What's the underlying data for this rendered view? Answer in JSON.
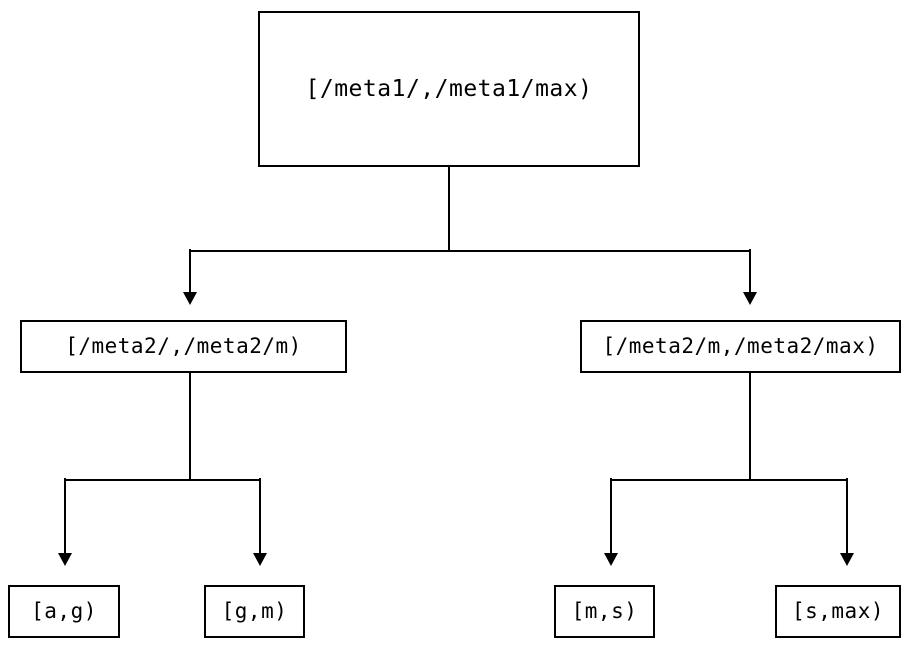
{
  "diagram": {
    "type": "tree",
    "orientation": "top-down",
    "background_color": "#ffffff",
    "stroke_color": "#000000",
    "text_color": "#000000",
    "edge_style": "orthogonal-elbow",
    "arrowhead_style": "solid-triangle",
    "levels": 3,
    "nodes": {
      "root": {
        "label": "[/meta1/,/meta1/max)"
      },
      "mid": [
        {
          "label": "[/meta2/,/meta2/m)"
        },
        {
          "label": "[/meta2/m,/meta2/max)"
        }
      ],
      "leaves": [
        {
          "label": "[a,g)"
        },
        {
          "label": "[g,m)"
        },
        {
          "label": "[m,s)"
        },
        {
          "label": "[s,max)"
        }
      ]
    },
    "edges": [
      {
        "from": "root",
        "to": "mid.0"
      },
      {
        "from": "root",
        "to": "mid.1"
      },
      {
        "from": "mid.0",
        "to": "leaves.0"
      },
      {
        "from": "mid.0",
        "to": "leaves.1"
      },
      {
        "from": "mid.1",
        "to": "leaves.2"
      },
      {
        "from": "mid.1",
        "to": "leaves.3"
      }
    ]
  }
}
